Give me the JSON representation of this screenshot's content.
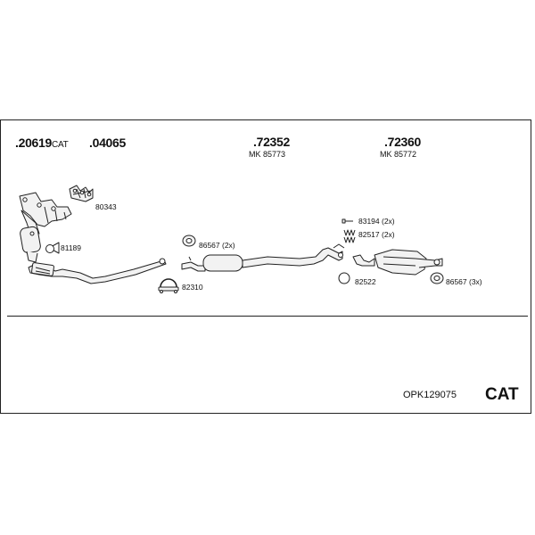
{
  "header_codes": [
    {
      "main": ".20619",
      "suffix": "CAT"
    },
    {
      "main": ".04065",
      "suffix": ""
    },
    {
      "main": ".72352",
      "suffix": ""
    },
    {
      "main": ".72360",
      "suffix": ""
    }
  ],
  "sub_labels": [
    "MK 85773",
    "MK 85772"
  ],
  "parts": {
    "gasket": "80343",
    "ring": "81189",
    "hanger_a": "86567 (2x)",
    "clamp": "82310",
    "bolt": "83194 (2x)",
    "spring": "82517 (2x)",
    "seal": "82522",
    "hanger_b": "86567 (3x)"
  },
  "footer": {
    "reference": "OPK129075",
    "category": "CAT"
  }
}
